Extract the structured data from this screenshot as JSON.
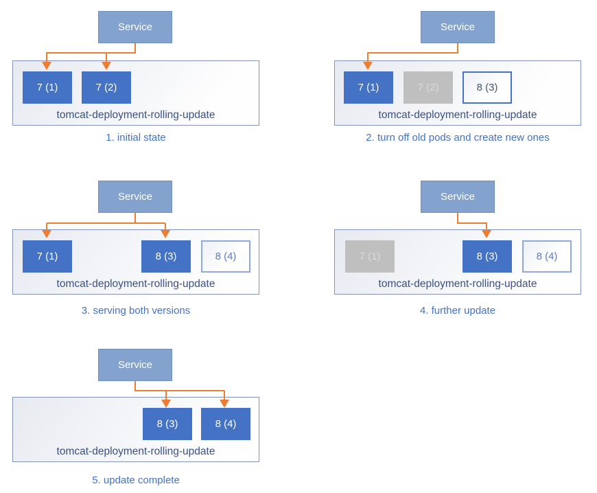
{
  "colors": {
    "service_fill": "#83A2CE",
    "service_border": "#6E90C1",
    "service_text": "#FFFFFF",
    "pod_active_fill": "#4472C4",
    "pod_active_text": "#FFFFFF",
    "pod_off_fill": "#BFBFBF",
    "pod_off_text": "#DBDBDB",
    "pod_new_border": "#8EA9DB",
    "pod_new_text": "#607BBE",
    "pod_new_strong_border": "#4472C4",
    "pod_new_strong_text": "#44546A",
    "arrow": "#ED7D31",
    "deployment_border": "#8193BD",
    "deployment_fill_start": "#E7EAF1",
    "deployment_fill_end": "#FEFEFE",
    "label_text": "#3A5086",
    "caption_text": "#4472C4"
  },
  "diagram": {
    "service_label": "Service",
    "deployment_label": "tomcat-deployment-rolling-update",
    "panels": [
      {
        "caption": "1. initial state",
        "pods": [
          {
            "label": "7 (1)",
            "variant": "active"
          },
          {
            "label": "7 (2)",
            "variant": "active"
          }
        ]
      },
      {
        "caption": "2. turn off old pods and create new ones",
        "pods": [
          {
            "label": "7 (1)",
            "variant": "active"
          },
          {
            "label": "7 (2)",
            "variant": "off"
          },
          {
            "label": "8 (3)",
            "variant": "new-strong"
          }
        ]
      },
      {
        "caption": "3. serving both versions",
        "pods": [
          {
            "label": "7 (1)",
            "variant": "active"
          },
          {
            "label": "8 (3)",
            "variant": "active"
          },
          {
            "label": "8 (4)",
            "variant": "new"
          }
        ]
      },
      {
        "caption": "4. further update",
        "pods": [
          {
            "label": "7 (1)",
            "variant": "off"
          },
          {
            "label": "8 (3)",
            "variant": "active"
          },
          {
            "label": "8 (4)",
            "variant": "new"
          }
        ]
      },
      {
        "caption": "5. update complete",
        "pods": [
          {
            "label": "8 (3)",
            "variant": "active"
          },
          {
            "label": "8 (4)",
            "variant": "active"
          }
        ]
      }
    ]
  }
}
